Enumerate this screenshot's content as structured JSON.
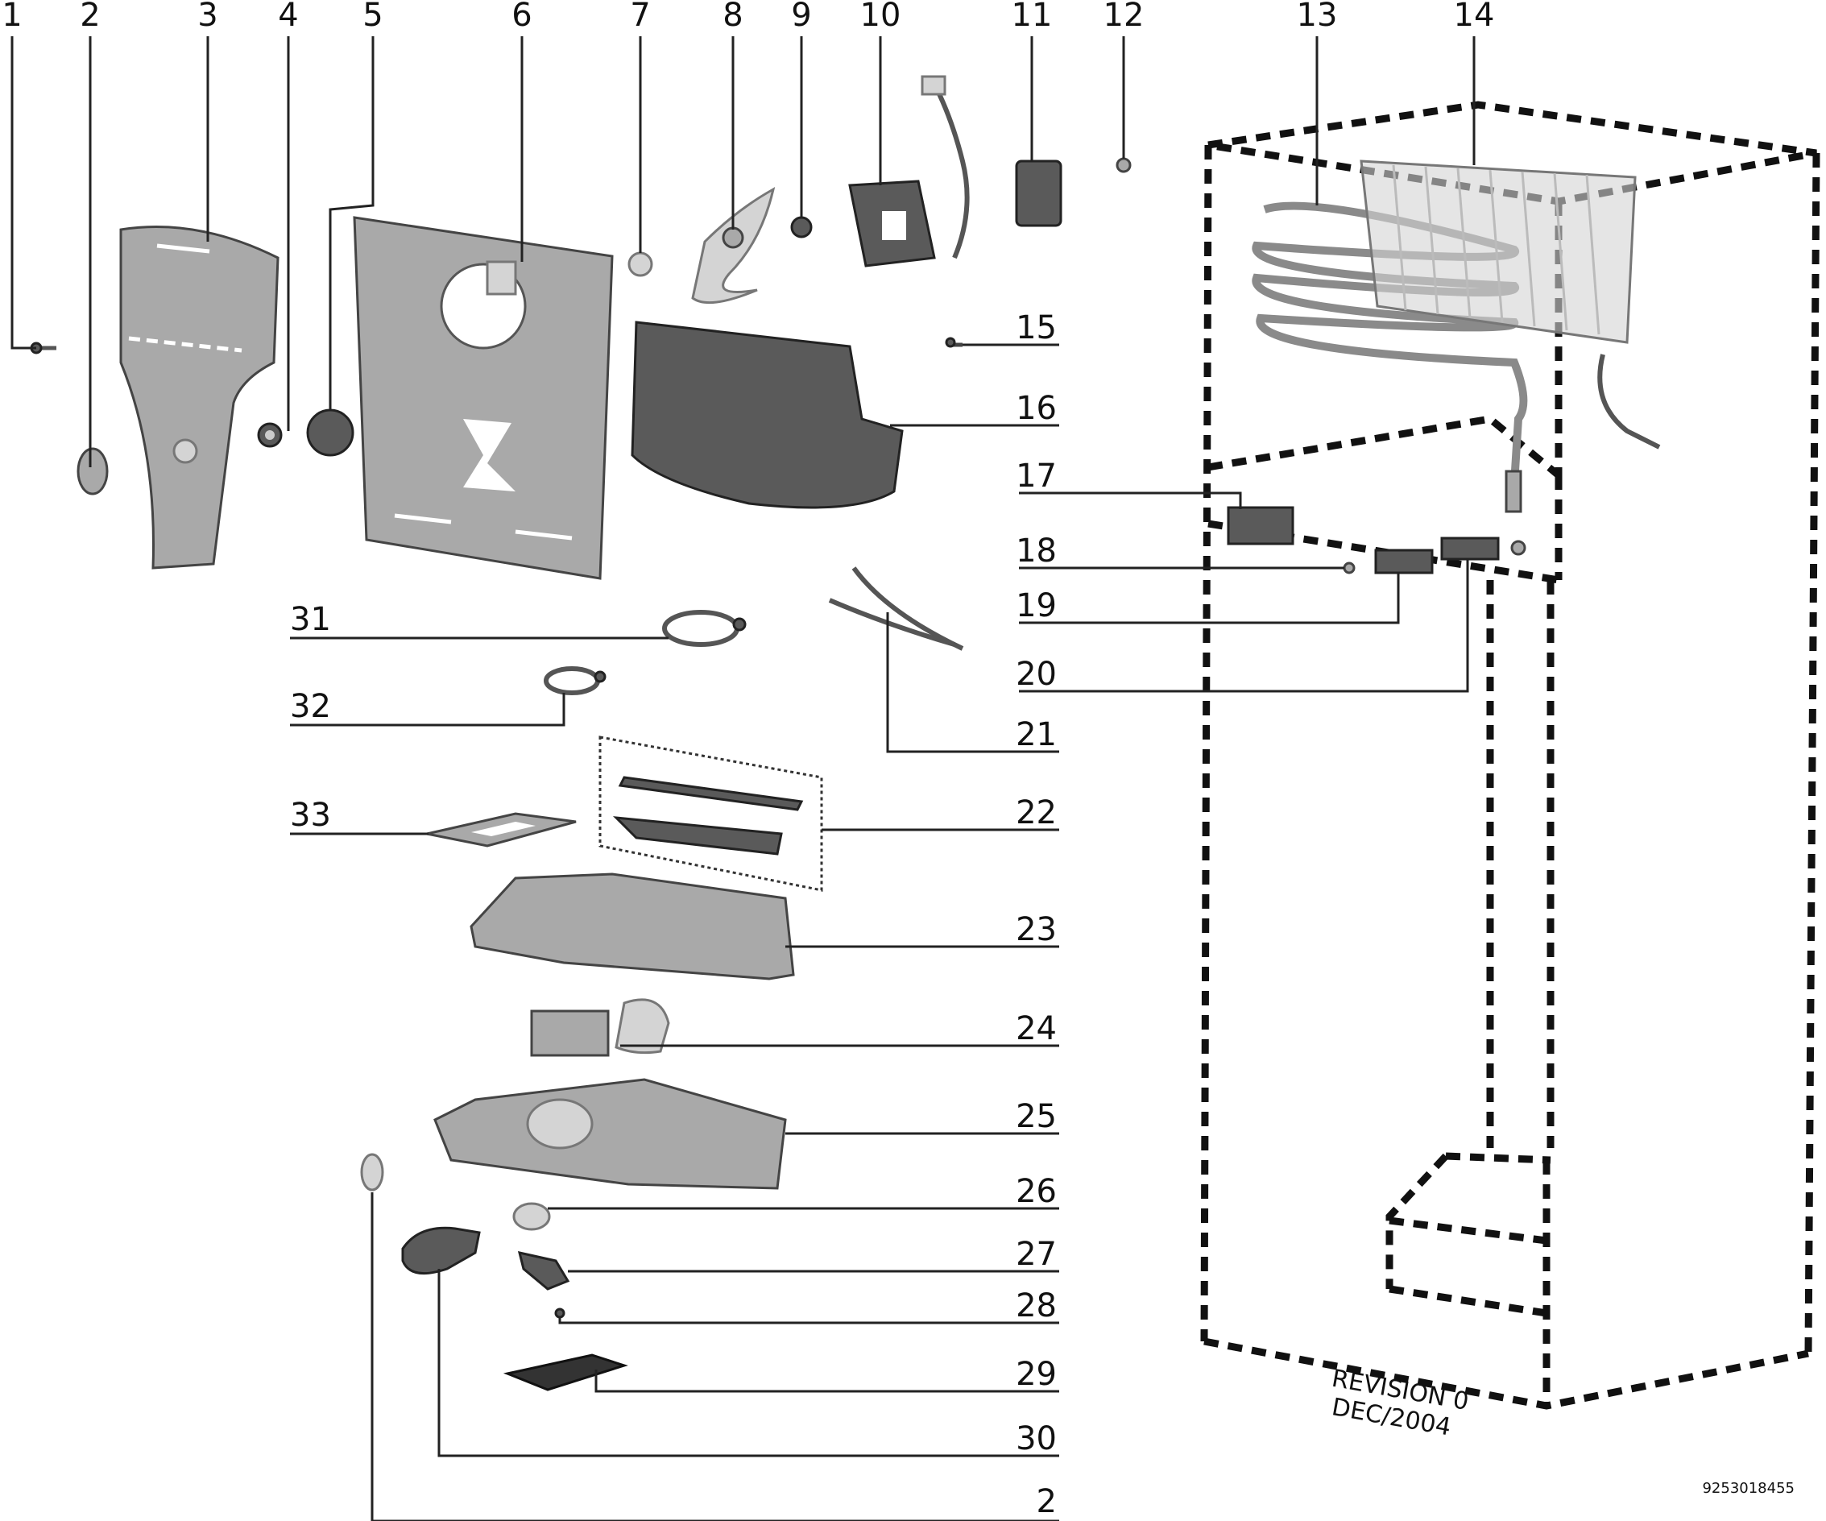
{
  "callouts_top": [
    "1",
    "2",
    "3",
    "4",
    "5",
    "6",
    "7",
    "8",
    "9",
    "10",
    "11",
    "12",
    "13",
    "14"
  ],
  "callouts_right": [
    "15",
    "16",
    "17",
    "18",
    "19",
    "20",
    "21",
    "22",
    "23",
    "24",
    "25",
    "26",
    "27",
    "28",
    "29",
    "30",
    "2"
  ],
  "callouts_left": [
    "31",
    "32",
    "33"
  ],
  "revision": {
    "line1": "REVISION 0",
    "line2": "DEC/2004"
  },
  "document_number": "9253018455"
}
